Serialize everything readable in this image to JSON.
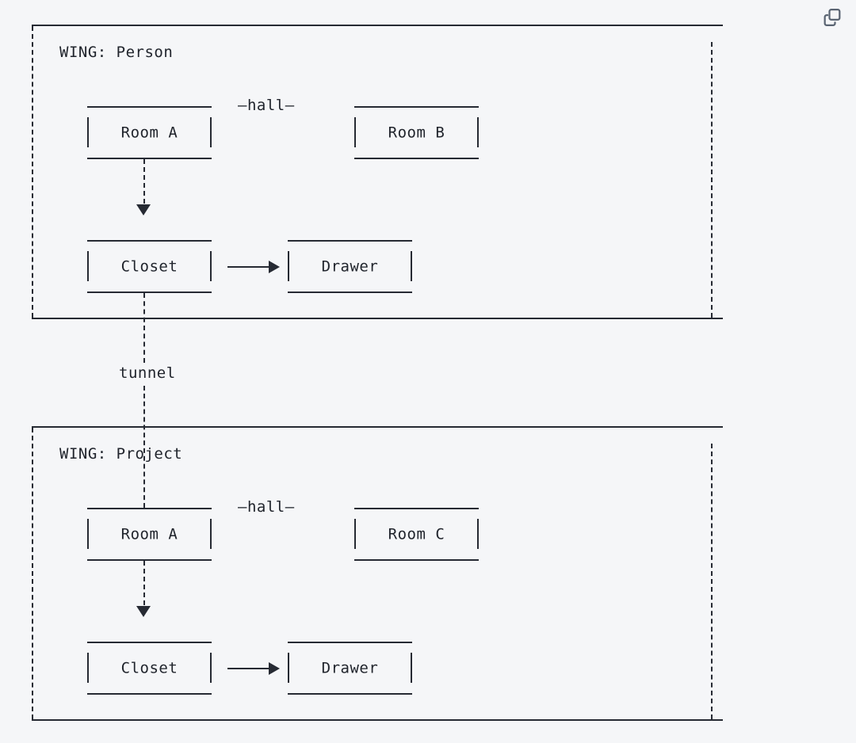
{
  "page": {
    "background_color": "#f5f6f8",
    "ink_color": "#262a33"
  },
  "toolbar": {
    "copy_icon_name": "copy-icon",
    "copy_icon_color": "#5a6472"
  },
  "wings": [
    {
      "title": "WING: Person",
      "nodes": [
        {
          "id": "room-a",
          "label": "Room A"
        },
        {
          "id": "room-b",
          "label": "Room B"
        },
        {
          "id": "closet",
          "label": "Closet"
        },
        {
          "id": "drawer",
          "label": "Drawer"
        }
      ],
      "edges": [
        {
          "id": "hall",
          "label": "—hall—",
          "from": "room-a",
          "to": "room-b",
          "style": "label-only"
        },
        {
          "id": "room-a-to-closet",
          "label": "",
          "from": "room-a",
          "to": "closet",
          "style": "dashed-arrow-down"
        },
        {
          "id": "closet-to-drawer",
          "label": "",
          "from": "closet",
          "to": "drawer",
          "style": "solid-arrow-right"
        }
      ]
    },
    {
      "title": "WING: Project",
      "nodes": [
        {
          "id": "room-a-2",
          "label": "Room A"
        },
        {
          "id": "room-c",
          "label": "Room C"
        },
        {
          "id": "closet-2",
          "label": "Closet"
        },
        {
          "id": "drawer-2",
          "label": "Drawer"
        }
      ],
      "edges": [
        {
          "id": "hall-2",
          "label": "—hall—",
          "from": "room-a-2",
          "to": "room-c",
          "style": "label-only"
        },
        {
          "id": "room-a-to-closet-2",
          "label": "",
          "from": "room-a-2",
          "to": "closet-2",
          "style": "dashed-arrow-down"
        },
        {
          "id": "closet-to-drawer-2",
          "label": "",
          "from": "closet-2",
          "to": "drawer-2",
          "style": "solid-arrow-right"
        }
      ]
    }
  ],
  "cross_edges": [
    {
      "id": "tunnel",
      "label": "tunnel",
      "from": "closet",
      "to": "room-a-2",
      "style": "dashed"
    }
  ]
}
